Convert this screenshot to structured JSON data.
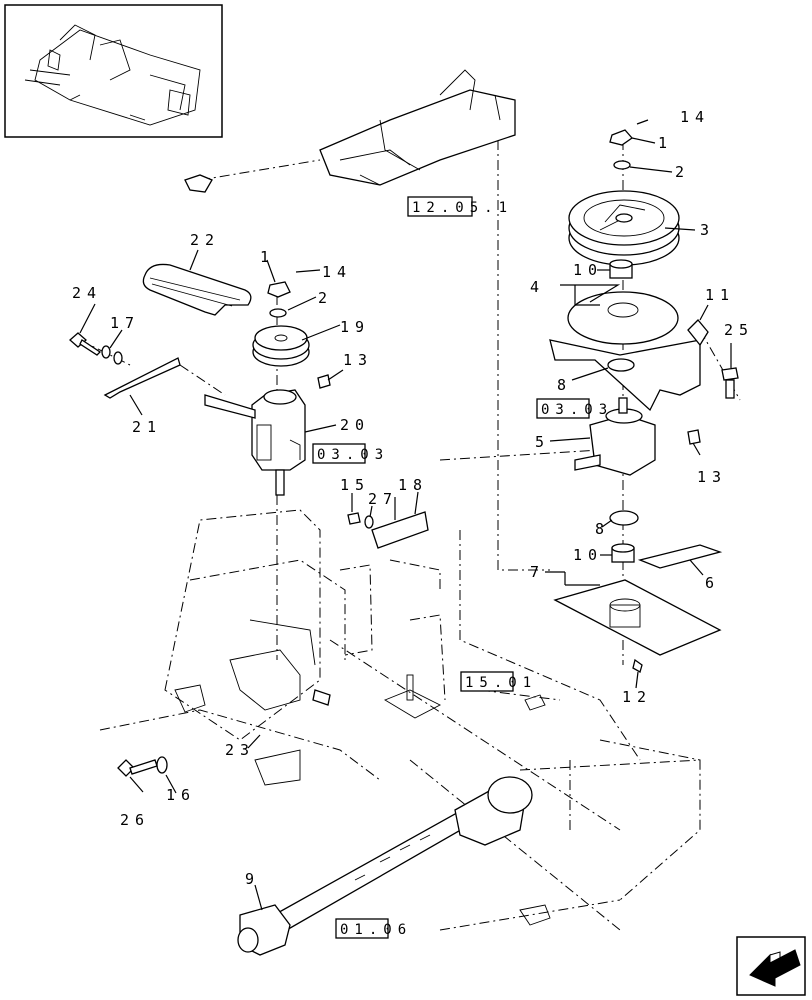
{
  "callouts": [
    "1",
    "2",
    "3",
    "4",
    "5",
    "6",
    "7",
    "8",
    "9",
    "10",
    "11",
    "12",
    "13",
    "14",
    "15",
    "16",
    "17",
    "18",
    "19",
    "20",
    "21",
    "22",
    "23",
    "24",
    "25",
    "26",
    "27"
  ],
  "duplicate_callouts": {
    "c1b": "1",
    "c2b": "2",
    "c8b": "8",
    "c10b": "10",
    "c13b": "13",
    "c14b": "14"
  },
  "references": {
    "r1": "12.05.1",
    "r2": "03.03",
    "r3": "03.03",
    "r4": "15.01",
    "r5": "01.06"
  },
  "icons": {
    "thumbnail": "machine-overview-thumbnail",
    "nav": "next-page-arrow-icon"
  }
}
